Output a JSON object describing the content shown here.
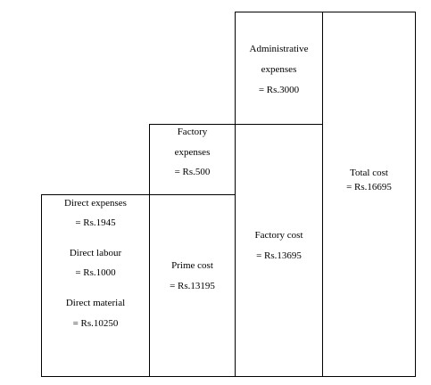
{
  "diagram": {
    "administrative_expenses": {
      "line1": "Administrative",
      "line2": "expenses",
      "value": "= Rs.3000"
    },
    "factory_expenses": {
      "line1": "Factory",
      "line2": "expenses",
      "value": "= Rs.500"
    },
    "direct_expenses": {
      "label": "Direct expenses",
      "value": "= Rs.1945"
    },
    "direct_labour": {
      "label": "Direct labour",
      "value": "= Rs.1000"
    },
    "direct_material": {
      "label": "Direct material",
      "value": "= Rs.10250"
    },
    "prime_cost": {
      "label": "Prime cost",
      "value": "= Rs.13195"
    },
    "factory_cost": {
      "label": "Factory cost",
      "value": "= Rs.13695"
    },
    "total_cost": {
      "label": "Total cost",
      "value": "= Rs.16695"
    }
  }
}
